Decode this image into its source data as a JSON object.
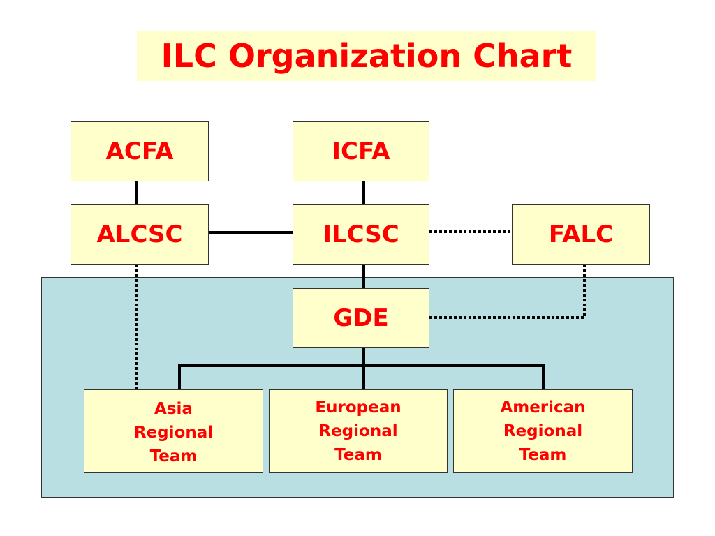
{
  "title": "ILC Organization Chart",
  "boxes": {
    "acfa": "ACFA",
    "icfa": "ICFA",
    "alcsc": "ALCSC",
    "ilcsc": "ILCSC",
    "falc": "FALC",
    "gde": "GDE",
    "asia": [
      "Asia",
      "Regional",
      "Team"
    ],
    "europe": [
      "European",
      "Regional",
      "Team"
    ],
    "america": [
      "American",
      "Regional",
      "Team"
    ]
  },
  "colors": {
    "box_fill": "#ffffcc",
    "text": "#ff0000",
    "region_fill": "#badfe2",
    "line": "#000000"
  }
}
